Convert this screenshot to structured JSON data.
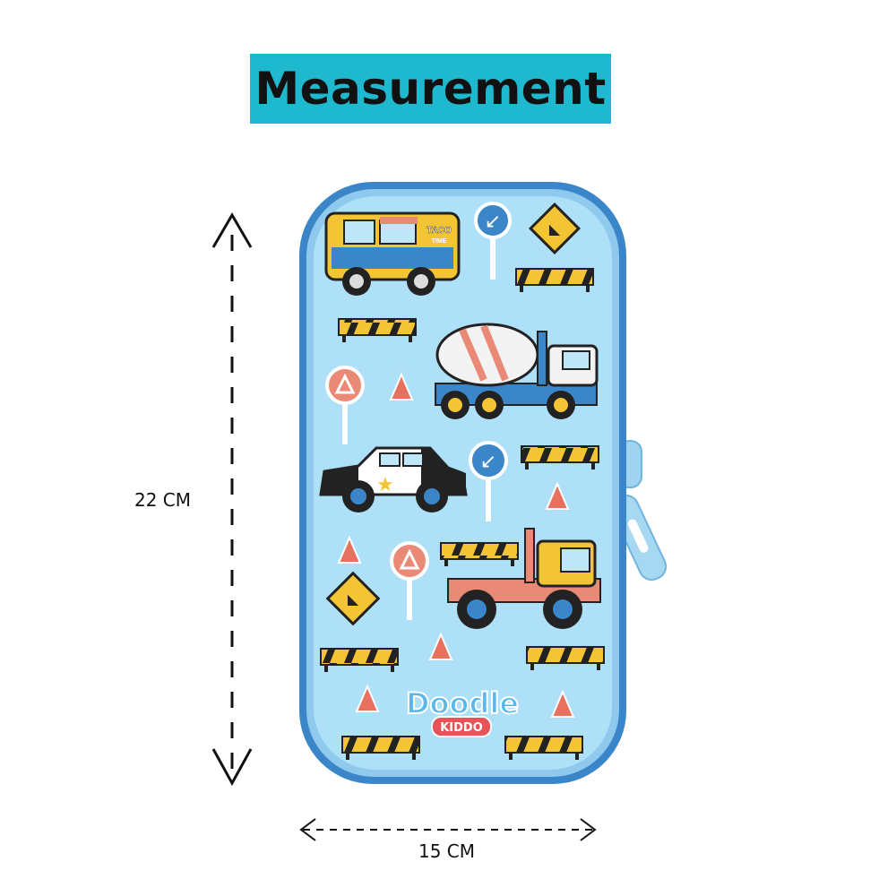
{
  "title": "Measurement",
  "dimensions": {
    "height_label": "22 CM",
    "width_label": "15 CM"
  },
  "product": {
    "brand_logo": "Doodle",
    "brand_sub": "KIDDO",
    "van_sign_line1": "TACO",
    "van_sign_line2": "TIME"
  },
  "colors": {
    "title_bg": "#1eb8cf",
    "case_body": "#a8ddf5",
    "case_rim": "#3b86c9",
    "zipper": "#9fd3f0"
  }
}
